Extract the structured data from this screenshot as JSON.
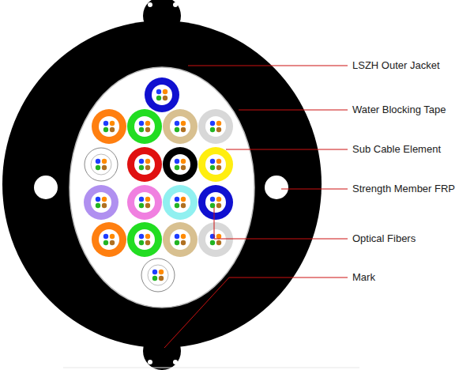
{
  "diagram": {
    "labels": [
      "LSZH Outer Jacket",
      "Water Blocking Tape",
      "Sub Cable Element",
      "Strength Member FRP",
      "Optical Fibers",
      "Mark"
    ]
  }
}
